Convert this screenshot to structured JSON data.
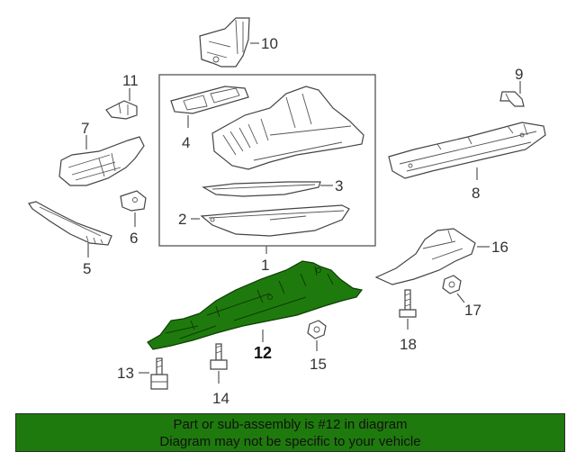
{
  "callouts": {
    "c1": "1",
    "c2": "2",
    "c3": "3",
    "c4": "4",
    "c5": "5",
    "c6": "6",
    "c7": "7",
    "c8": "8",
    "c9": "9",
    "c10": "10",
    "c11": "11",
    "c12": "12",
    "c13": "13",
    "c14": "14",
    "c15": "15",
    "c16": "16",
    "c17": "17",
    "c18": "18"
  },
  "banner": {
    "line1": "Part or sub-assembly is #12 in diagram",
    "line2": "Diagram may not be specific to your vehicle"
  },
  "colors": {
    "highlight": "#1f7a0d",
    "banner_bg": "#1f7a0d",
    "line": "#444444"
  }
}
